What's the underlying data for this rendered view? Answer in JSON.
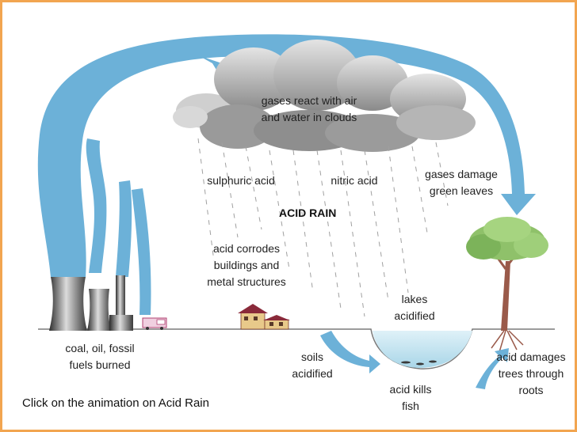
{
  "colors": {
    "frame_border": "#f2a550",
    "arrow": "#6cb1d8",
    "cloud_dark": "#8c8c8c",
    "cloud_light": "#d8d8d8",
    "rain": "#9a9a9a",
    "water": "#cfe9f3",
    "tree_leaves": "#8fc16a",
    "tree_trunk": "#9a5a4a",
    "ground": "#7a7a7a"
  },
  "diagram": {
    "title": "ACID RAIN",
    "labels": {
      "clouds": "gases react with air\nand water in clouds",
      "sulphuric": "sulphuric acid",
      "nitric": "nitric acid",
      "gases_damage": "gases damage\ngreen leaves",
      "corrodes": "acid corrodes\nbuildings and\nmetal structures",
      "lakes": "lakes\nacidified",
      "fossil": "coal, oil, fossil\nfuels burned",
      "soils": "soils\nacidified",
      "fish": "acid kills\nfish",
      "trees": "acid damages\ntrees through\nroots"
    },
    "icons": {
      "power_station": "power-station-icon",
      "truck": "truck-icon",
      "houses": "houses-icon",
      "tree": "tree-icon",
      "cloud": "cloud-icon",
      "lake": "lake-icon"
    }
  },
  "caption": "Click on the animation on Acid Rain"
}
